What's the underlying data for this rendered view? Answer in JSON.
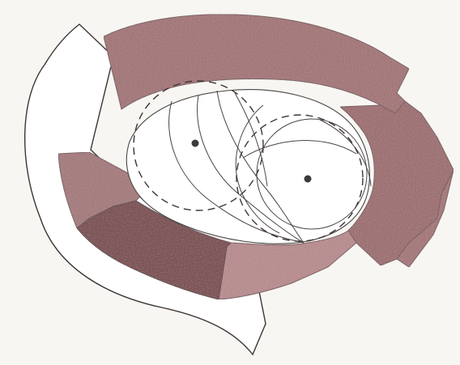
{
  "colors": {
    "paper": "#f7f6f3",
    "outline": "#3e3434",
    "pencil": "#4a4444",
    "ring_light": "#a0686b",
    "ring_mid": "#9a5f62",
    "ring_pink": "#b88487",
    "ring_dark": "#6f2a32",
    "dot": "#3b3b3b"
  },
  "icons": [
    "pencil-drawing",
    "dashed-circle",
    "dot-marker"
  ]
}
